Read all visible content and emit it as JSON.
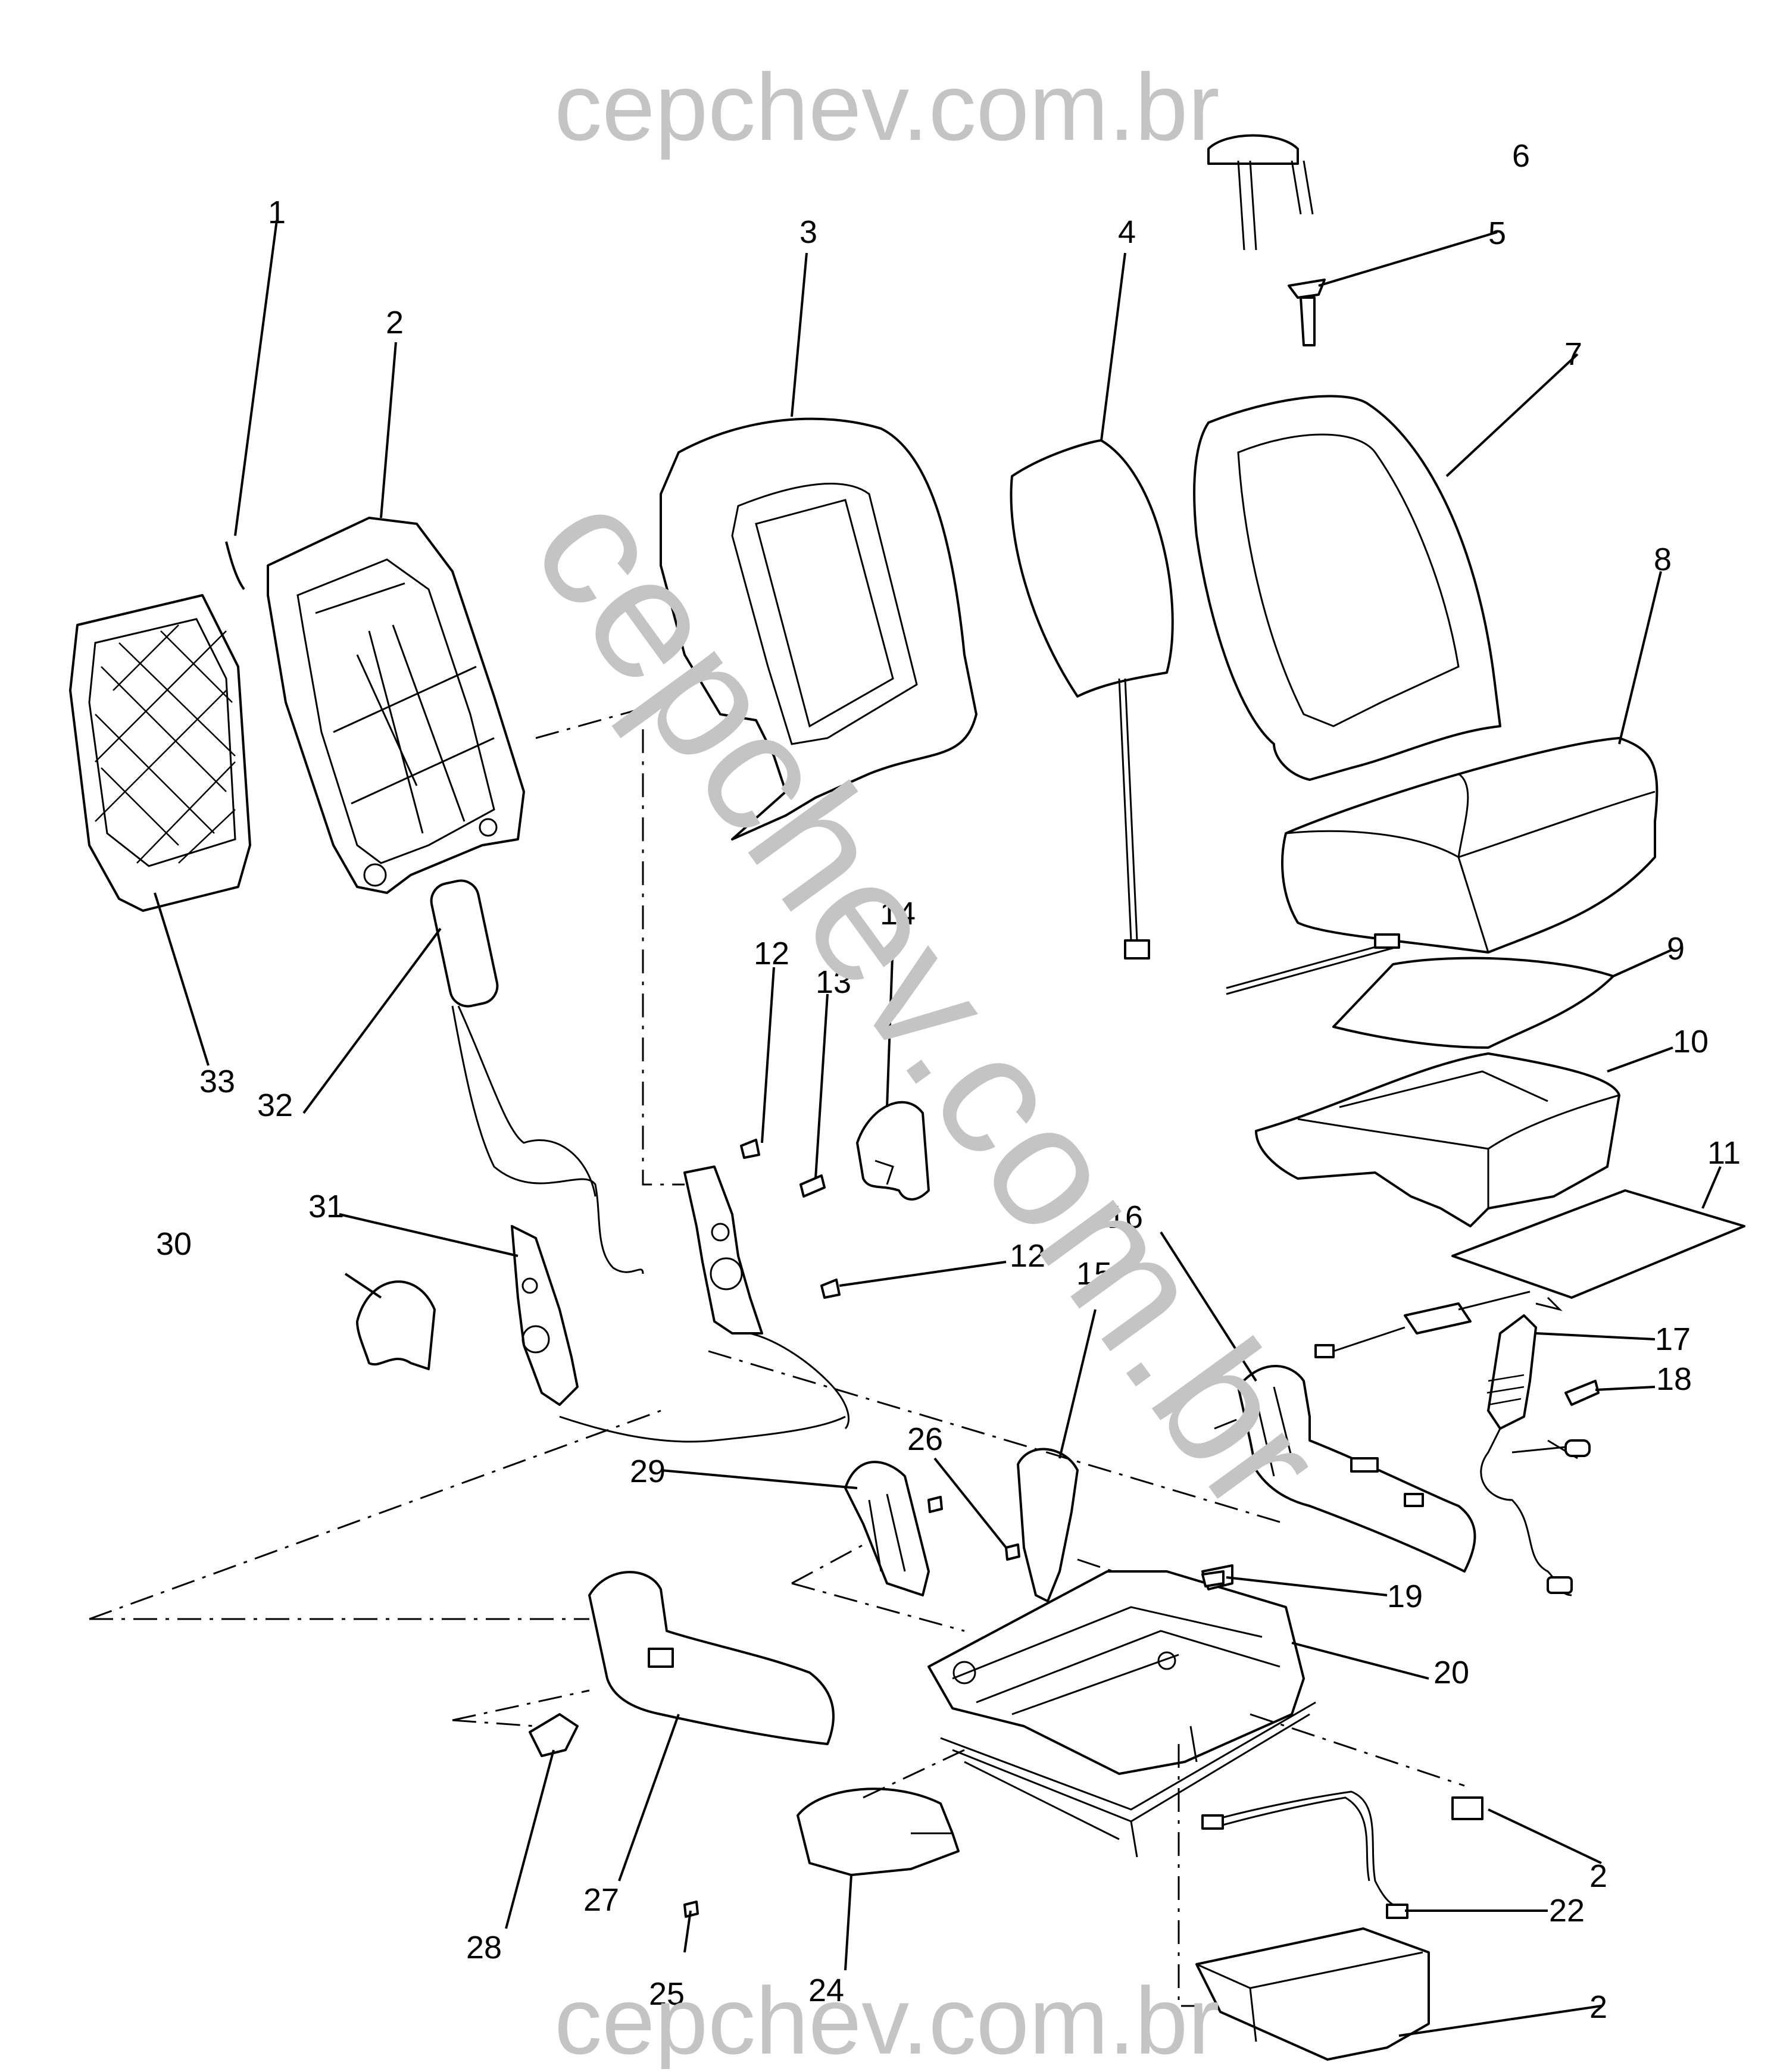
{
  "watermark": {
    "top_text": "cepchev.com.br",
    "bottom_text": "cepchev.com.br",
    "diagonal_text": "cepchev.com.br",
    "color": "#c4c4c4"
  },
  "callouts": [
    {
      "id": "1",
      "text": "1"
    },
    {
      "id": "2",
      "text": "2"
    },
    {
      "id": "3",
      "text": "3"
    },
    {
      "id": "4",
      "text": "4"
    },
    {
      "id": "5",
      "text": "5"
    },
    {
      "id": "6",
      "text": "6"
    },
    {
      "id": "7",
      "text": "7"
    },
    {
      "id": "8",
      "text": "8"
    },
    {
      "id": "9",
      "text": "9"
    },
    {
      "id": "10",
      "text": "10"
    },
    {
      "id": "11",
      "text": "11"
    },
    {
      "id": "12a",
      "text": "12"
    },
    {
      "id": "12b",
      "text": "12"
    },
    {
      "id": "13",
      "text": "13"
    },
    {
      "id": "14",
      "text": "14"
    },
    {
      "id": "15",
      "text": "15"
    },
    {
      "id": "16",
      "text": "16"
    },
    {
      "id": "17",
      "text": "17"
    },
    {
      "id": "18",
      "text": "18"
    },
    {
      "id": "19",
      "text": "19"
    },
    {
      "id": "20",
      "text": "20"
    },
    {
      "id": "21",
      "text": "2"
    },
    {
      "id": "22",
      "text": "22"
    },
    {
      "id": "23",
      "text": "2"
    },
    {
      "id": "24",
      "text": "24"
    },
    {
      "id": "25",
      "text": "25"
    },
    {
      "id": "26",
      "text": "26"
    },
    {
      "id": "27",
      "text": "27"
    },
    {
      "id": "28",
      "text": "28"
    },
    {
      "id": "29",
      "text": "29"
    },
    {
      "id": "30",
      "text": "30"
    },
    {
      "id": "31",
      "text": "31"
    },
    {
      "id": "32",
      "text": "32"
    },
    {
      "id": "33",
      "text": "33"
    }
  ]
}
